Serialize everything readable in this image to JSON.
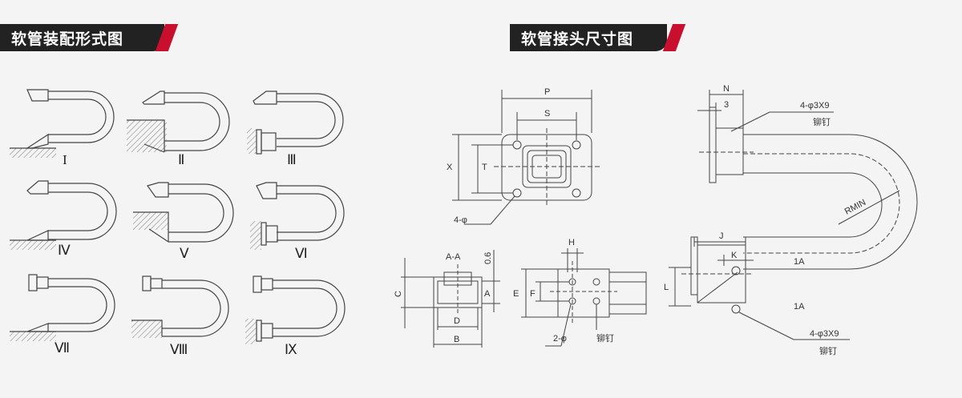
{
  "headers": {
    "left": "软管装配形式图",
    "right": "软管接头尺寸图"
  },
  "romans": [
    "I",
    "Ⅱ",
    "Ⅲ",
    "Ⅳ",
    "Ⅴ",
    "Ⅵ",
    "Ⅶ",
    "Ⅷ",
    "Ⅸ"
  ],
  "dims": {
    "P": "P",
    "S": "S",
    "X": "X",
    "T": "T",
    "hole4": "4-φ",
    "AA": "A-A",
    "t06": "0.6",
    "C": "C",
    "A": "A",
    "D": "D",
    "B": "B",
    "H": "H",
    "E": "E",
    "F": "F",
    "hole2": "2-φ",
    "rivet": "铆钉",
    "N": "N",
    "three": "3",
    "rivetSpec": "4-φ3X9",
    "RMIN": "RMIN",
    "J": "J",
    "K": "K",
    "L": "L",
    "oneA": "1A"
  },
  "colors": {
    "accent": "#c8102e",
    "dark": "#222222",
    "line": "#444444"
  }
}
